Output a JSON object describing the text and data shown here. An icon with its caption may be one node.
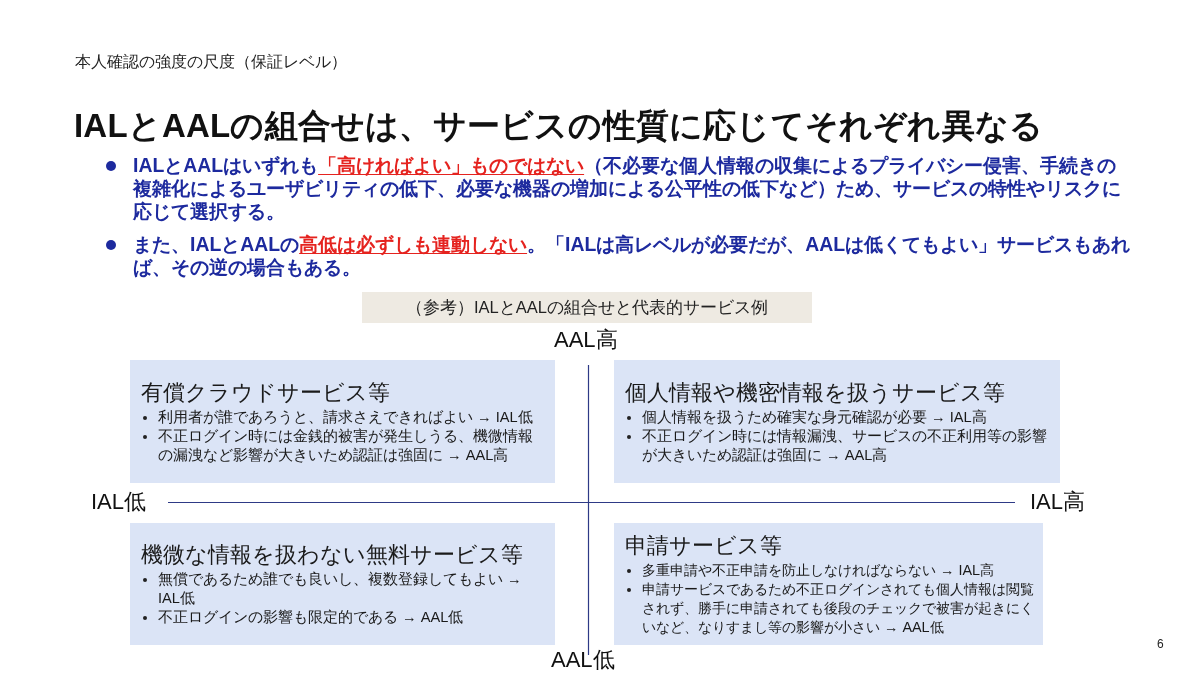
{
  "diagram": {
    "title": "IALとAALの組合せは、サービスの性質に応じてそれぞれ異なる",
    "nodes": [
      {
        "text": [
          "（参考）IALとAALの組合せと代表的サービス例"
        ]
      },
      {
        "text": [
          "有償クラウドサービス等",
          "利用者が誰であろうと、請求さえできればよい → IAL低",
          "不正ログイン時には金銭的被害が発生しうる、機微情報の漏洩など影響が大きいため認証は強固に → AAL高"
        ]
      },
      {
        "text": [
          "個人情報や機密情報を扱うサービス等",
          "個人情報を扱うため確実な身元確認が必要 → IAL高",
          "不正ログイン時には情報漏洩、サービスの不正利用等の影響が大きいため認証は強固に → AAL高"
        ]
      },
      {
        "text": [
          "機微な情報を扱わない無料サービス等",
          "無償であるため誰でも良いし、複数登録してもよい → IAL低",
          "不正ログインの影響も限定的である → AAL低"
        ]
      },
      {
        "text": [
          "申請サービス等",
          "多重申請や不正申請を防止しなければならない → IAL高",
          "申請サービスであるため不正ログインされても個人情報は閲覧されず、勝手に申請されても後段のチェックで被害が起きにくいなど、なりすまし等の影響が小さい → AAL低"
        ]
      }
    ],
    "labels": [
      "本人確認の強度の尺度（保証レベル）",
      "IALとAALはいずれも**「高ければよい」ものではない**（不必要な個人情報の収集によるプライバシー侵害、手続きの複雑化によるユーザビリティの低下、必要な機器の増加による公平性の低下など）ため、サービスの特性やリスクに応じて選択する。",
      "また、IALとAALの**高低は必ずしも連動しない**。「IALは高レベルが必要だが、AALは低くてもよい」サービスもあれば、その逆の場合もある。",
      "AAL高",
      "IAL低",
      "IAL高",
      "AAL低",
      "6"
    ]
  }
}
